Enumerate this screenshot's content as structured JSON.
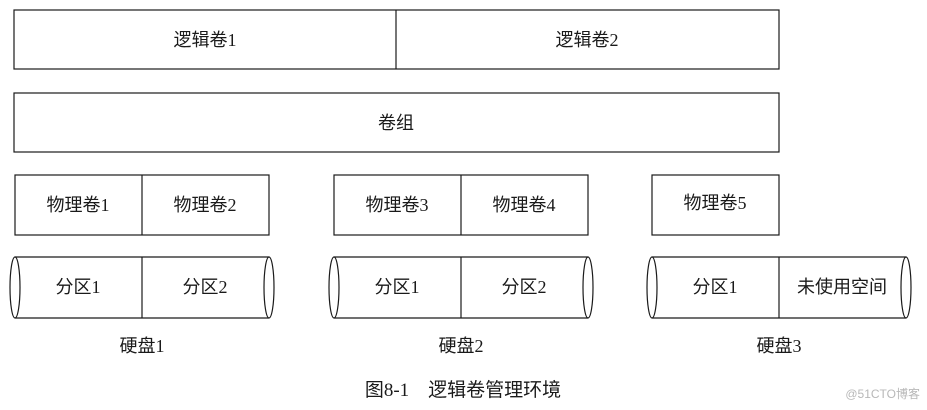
{
  "logical_volumes": [
    "逻辑卷1",
    "逻辑卷2"
  ],
  "volume_group": "卷组",
  "disks": [
    {
      "physical_volumes": [
        "物理卷1",
        "物理卷2"
      ],
      "partitions": [
        "分区1",
        "分区2"
      ],
      "label": "硬盘1"
    },
    {
      "physical_volumes": [
        "物理卷3",
        "物理卷4"
      ],
      "partitions": [
        "分区1",
        "分区2"
      ],
      "label": "硬盘2"
    },
    {
      "physical_volumes": [
        "物理卷5"
      ],
      "partitions": [
        "分区1",
        "未使用空间"
      ],
      "label": "硬盘3"
    }
  ],
  "caption": "图8-1　逻辑卷管理环境",
  "watermark": "@51CTO博客"
}
